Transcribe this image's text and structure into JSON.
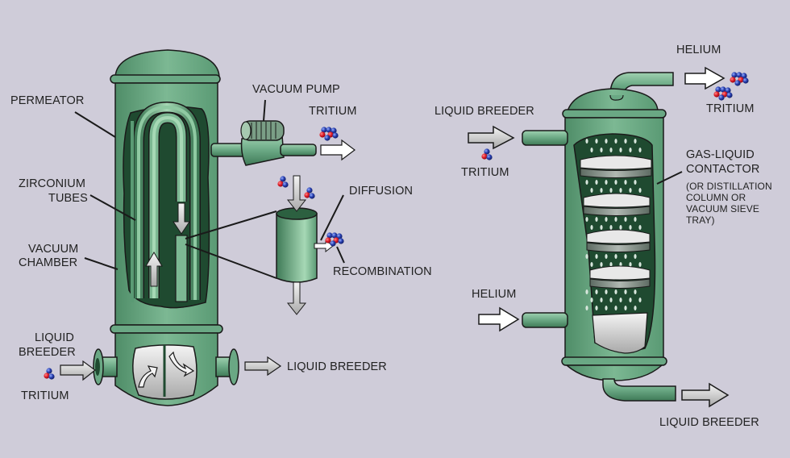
{
  "colors": {
    "background": "#cfccd9",
    "vessel_green": "#6aa884",
    "vessel_dark": "#1f4a30",
    "vessel_light": "#a6d8b5",
    "arrow_white": "#ffffff",
    "arrow_gray": "#d8d8d8",
    "atom_red": "#e0202a",
    "atom_blue": "#2840b0",
    "outline": "#1a1a1a"
  },
  "left_system": {
    "name": "permeator",
    "labels": {
      "permeator": "PERMEATOR",
      "zirconium_tubes": [
        "ZIRCONIUM",
        "TUBES"
      ],
      "vacuum_chamber": [
        "VACUUM",
        "CHAMBER"
      ],
      "liquid_breeder_in": [
        "LIQUID",
        "BREEDER"
      ],
      "tritium_in": "TRITIUM",
      "liquid_breeder_out": "LIQUID BREEDER",
      "vacuum_pump": "VACUUM PUMP",
      "tritium_out": "TRITIUM",
      "diffusion": "DIFFUSION",
      "recombination": "RECOMBINATION"
    }
  },
  "right_system": {
    "name": "gas-liquid-contactor",
    "labels": {
      "helium_out": "HELIUM",
      "tritium_out": "TRITIUM",
      "liquid_breeder_in": "LIQUID BREEDER",
      "tritium_in": "TRITIUM",
      "contactor": [
        "GAS-LIQUID",
        "CONTACTOR"
      ],
      "contactor_note": [
        "(OR DISTILLATION",
        "COLUMN OR",
        "VACUUM SIEVE",
        "TRAY)"
      ],
      "helium_in": "HELIUM",
      "liquid_breeder_out": "LIQUID BREEDER"
    }
  }
}
